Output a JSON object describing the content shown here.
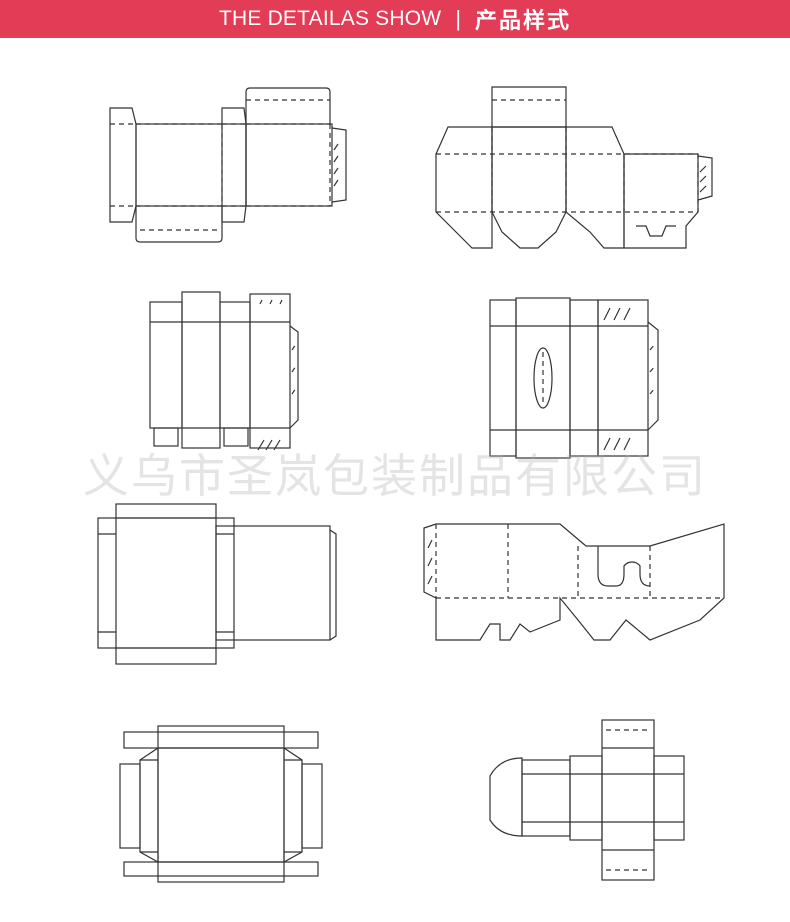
{
  "banner": {
    "title_en": "THE DETAILAS SHOW",
    "separator": "|",
    "title_cn": "产品样式",
    "background": "#e23c56",
    "text_color": "#ffffff"
  },
  "watermark": {
    "text": "义乌市圣岚包装制品有限公司"
  },
  "diagrams": [
    {
      "name": "box-template-1"
    },
    {
      "name": "box-template-2"
    },
    {
      "name": "box-template-3"
    },
    {
      "name": "box-template-4"
    },
    {
      "name": "box-template-5"
    },
    {
      "name": "box-template-6"
    },
    {
      "name": "box-template-7"
    },
    {
      "name": "box-template-8"
    }
  ]
}
